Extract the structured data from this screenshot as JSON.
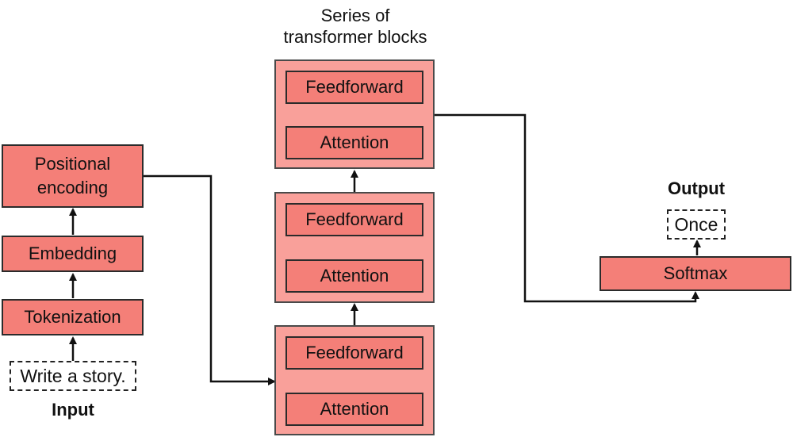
{
  "input": {
    "heading": "Input",
    "text": "Write a story."
  },
  "left_stack": {
    "tokenization": "Tokenization",
    "embedding": "Embedding",
    "positional_line1": "Positional",
    "positional_line2": "encoding"
  },
  "transformer": {
    "title_line1": "Series",
    "title_line2": "of",
    "title_line3": "transformer blocks",
    "blocks": [
      {
        "top_label": "Feedforward",
        "bottom_label": "Attention"
      },
      {
        "top_label": "Feedforward",
        "bottom_label": "Attention"
      },
      {
        "top_label": "Feedforward",
        "bottom_label": "Attention"
      }
    ]
  },
  "output": {
    "heading": "Output",
    "text": "Once",
    "softmax": "Softmax"
  },
  "colors": {
    "box_fill": "#f47f78",
    "block_fill": "#f9a09a",
    "stroke": "#111111"
  }
}
